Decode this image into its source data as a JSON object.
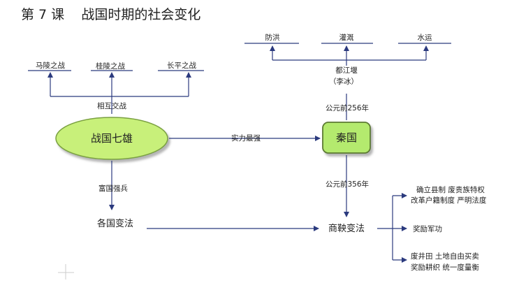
{
  "title": "第 7 课    战国时期的社会变化",
  "battles": [
    "马陵之战",
    "桂陵之战",
    "长平之战"
  ],
  "mutual_war": "相互交战",
  "seven": "战国七雄",
  "strongest": "实力最强",
  "qin": "秦国",
  "enrich": "富国强兵",
  "reforms": "各国变法",
  "shang": "商鞅变法",
  "year256": "公元前256年",
  "year356": "公元前356年",
  "dujiangyan": [
    "都江堰",
    "（李冰）"
  ],
  "benefits": [
    "防洪",
    "灌溉",
    "水运"
  ],
  "measures": [
    [
      "确立县制  废贵族特权",
      "改革户籍制度  严明法度"
    ],
    [
      "奖励军功"
    ],
    [
      "废井田  土地自由买卖",
      "奖励耕织  统一度量衡"
    ]
  ],
  "colors": {
    "ellipse_fill": "#c8f07a",
    "ellipse_stroke": "#7aa040",
    "box_fill": "#b4ea6e",
    "arrow": "#2b3a7e"
  }
}
